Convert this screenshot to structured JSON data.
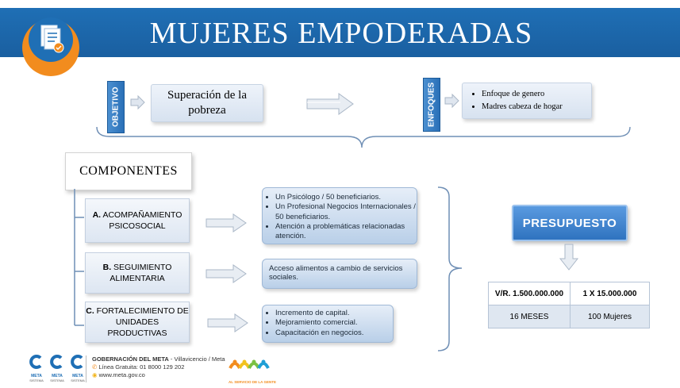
{
  "header": {
    "title": "MUJERES EMPODERADAS"
  },
  "top": {
    "objetivo_label": "OBJETIVO",
    "objetivo_text": "Superación de la pobreza",
    "enfoques_label": "ENFOQUES",
    "enfoques": [
      "Enfoque de genero",
      "Madres cabeza de hogar"
    ]
  },
  "componentes": {
    "title": "COMPONENTES",
    "items": [
      {
        "label_prefix": "A.",
        "label": "ACOMPAÑAMIENTO PSICOSOCIAL",
        "bullets": [
          "Un Psicólogo / 50 beneficiarios.",
          "Un Profesional Negocios Internacionales / 50 beneficiarios.",
          "Atención a problemáticas relacionadas atención."
        ]
      },
      {
        "label_prefix": "B.",
        "label": "SEGUIMIENTO ALIMENTARIA",
        "text": "Acceso alimentos a cambio de servicios sociales."
      },
      {
        "label_prefix": "C.",
        "label": "FORTALECIMIENTO DE UNIDADES PRODUCTIVAS",
        "bullets": [
          "Incremento de capital.",
          "Mejoramiento comercial.",
          "Capacitación en negocios."
        ]
      }
    ]
  },
  "presupuesto": {
    "title": "PRESUPUESTO",
    "cells": [
      [
        "V/R. 1.500.000.000",
        "1 X 15.000.000"
      ],
      [
        "16 MESES",
        "100 Mujeres"
      ]
    ]
  },
  "footer": {
    "org": "GOBERNACIÓN DEL META",
    "org_sub": " - Villavicencio / Meta",
    "line": "Línea Gratuita: 01 8000 129 202",
    "web": "www.meta.gov.co",
    "badge_labels": [
      "META",
      "META",
      "META"
    ],
    "badge_captions": [
      "SISTEMA",
      "SISTEMA",
      "SISTEMA"
    ],
    "slogan": "AL SERVICIO DE LA GENTE"
  },
  "colors": {
    "banner": "#1f6fb5",
    "accent_orange": "#f28c1e",
    "presupuesto": "#3b7fc8"
  },
  "icons": [
    "document-icon",
    "arrow-right-icon",
    "arrow-down-icon",
    "phone-icon",
    "globe-icon"
  ]
}
